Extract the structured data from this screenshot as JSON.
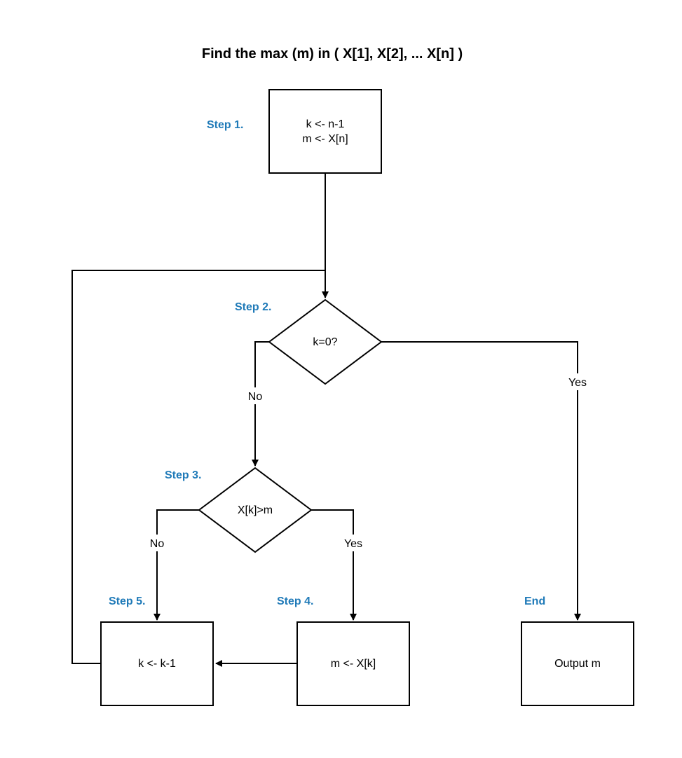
{
  "title": "Find the max (m) in ( X[1], X[2], ... X[n] )",
  "accent_color": "#1f7ab8",
  "steps": {
    "step1": "Step 1.",
    "step2": "Step 2.",
    "step3": "Step 3.",
    "step4": "Step 4.",
    "step5": "Step 5.",
    "end": "End"
  },
  "nodes": {
    "init": {
      "line1": "k <- n-1",
      "line2": "m <- X[n]"
    },
    "check_k": "k=0?",
    "compare": "X[k]>m",
    "assign_m": "m <- X[k]",
    "decrement": "k <- k-1",
    "output": "Output m"
  },
  "edges": {
    "check_no": "No",
    "check_yes": "Yes",
    "compare_no": "No",
    "compare_yes": "Yes"
  }
}
